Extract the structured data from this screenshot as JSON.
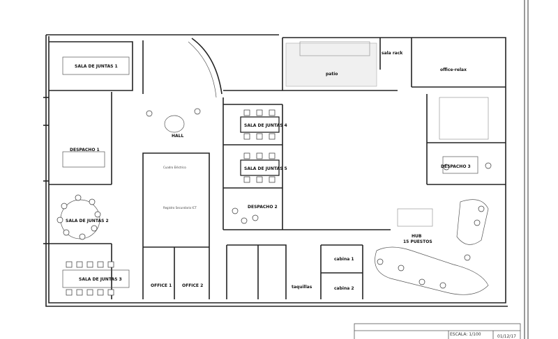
{
  "rooms": {
    "sala_juntas_1": "SALA DE JUNTAS 1",
    "hall": "HALL",
    "sala_juntas_4": "SALA DE JUNTAS 4",
    "sala_juntas_5": "SALA DE JUNTAS 5",
    "despacho_1": "DESPACHO 1",
    "despacho_2": "DESPACHO 2",
    "despacho_3": "DESPACHO 3",
    "sala_juntas_2": "SALA DE JUNTAS 2",
    "sala_juntas_3": "SALA DE JUNTAS 3",
    "office_1": "OFFICE 1",
    "office_2": "OFFICE 2",
    "patio": "patio",
    "sala_rack": "sala rack",
    "office_relax": "office-relax",
    "hub": "HUB",
    "hub_puestos": "15 PUESTOS",
    "cabina_1": "cabina 1",
    "cabina_2": "cabina 2",
    "taquillas": "taquillas",
    "cuadro_electrico": "Cuadro Eléctrico",
    "registro_ict": "Registro Secundario ICT"
  },
  "title_block": {
    "scale": "ESCALA: 1/100",
    "date": "01/12/17"
  }
}
